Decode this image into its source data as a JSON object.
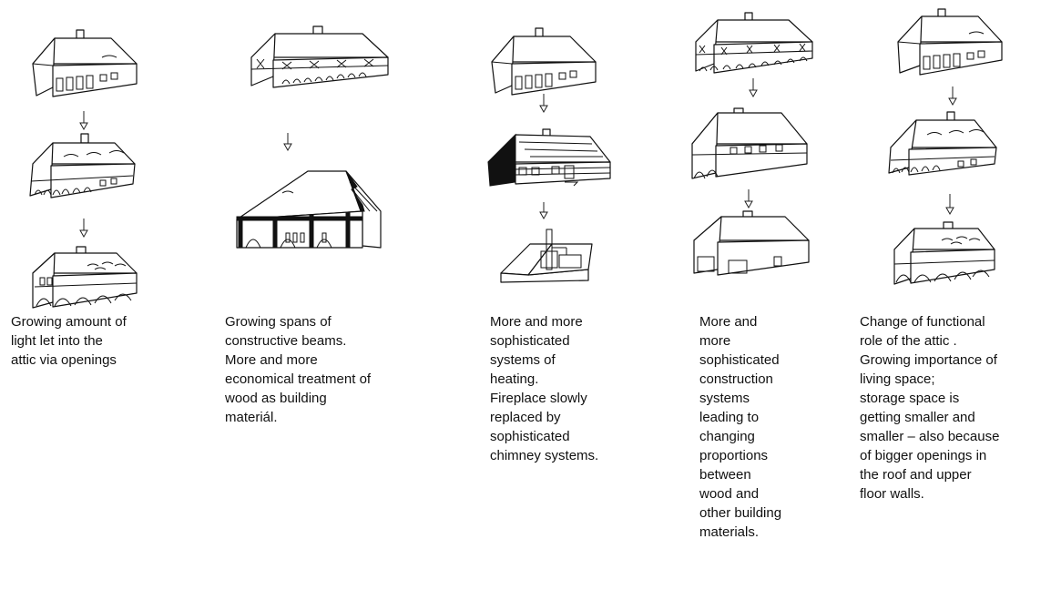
{
  "columns": [
    {
      "caption": "Growing amount of\nlight let into the\nattic via openings",
      "illustrations": [
        "farmhouse-small-attic",
        "farmhouse-dormers",
        "farmhouse-large-attic"
      ]
    },
    {
      "caption": "Growing spans of\nconstructive beams.\nMore and more\neconomical treatment of\nwood as building\nmateriál.",
      "illustrations": [
        "half-timbered-house",
        "timber-frame-hall"
      ]
    },
    {
      "caption": "More and more\nsophisticated\nsystems of\nheating.\nFireplace slowly\nreplaced by\nsophisticated\nchimney systems.",
      "illustrations": [
        "farmhouse-small-attic",
        "log-cabin",
        "cutaway-house-chimney"
      ]
    },
    {
      "caption": "More and\nmore\nsophisticated\nconstruction\nsystems\nleading to\nchanging\nproportions\nbetween\nwood and\nother building\nmaterials.",
      "illustrations": [
        "half-timbered-house-detailed",
        "masonry-house-arcade",
        "plain-masonry-house"
      ]
    },
    {
      "caption": "Change of functional\nrole of the attic .\nGrowing importance of\nliving space;\nstorage space is\ngetting smaller and\nsmaller – also because\nof bigger openings in\nthe roof and upper\nfloor walls.",
      "illustrations": [
        "farmhouse-small-attic",
        "farmhouse-dormers",
        "farmhouse-large-attic"
      ]
    }
  ]
}
